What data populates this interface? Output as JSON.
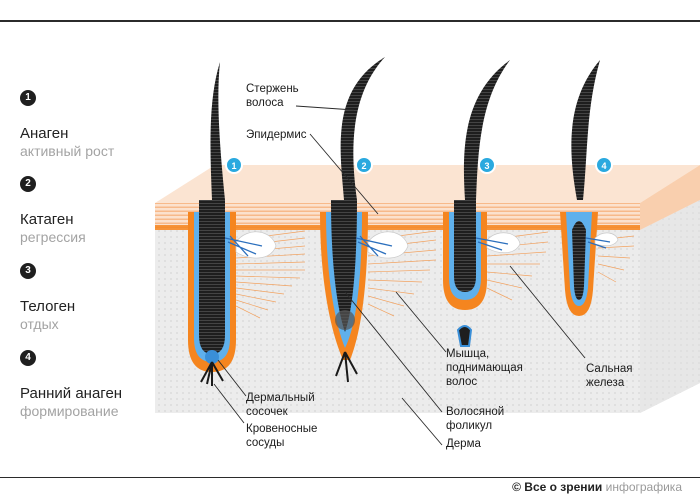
{
  "stages": [
    {
      "num": "1",
      "title": "Анаген",
      "sub": "активный рост"
    },
    {
      "num": "2",
      "title": "Катаген",
      "sub": "регрессия"
    },
    {
      "num": "3",
      "title": "Телоген",
      "sub": "отдых"
    },
    {
      "num": "4",
      "title": "Ранний анаген",
      "sub": "формирование"
    }
  ],
  "badges": [
    "1",
    "2",
    "3",
    "4"
  ],
  "labels": {
    "shaft": [
      "Стержень",
      "волоса"
    ],
    "epidermis": "Эпидермис",
    "papilla": [
      "Дермальный",
      "сосочек"
    ],
    "vessels": [
      "Кровеносные",
      "сосуды"
    ],
    "muscle": [
      "Мышца,",
      "поднимающая",
      "волос"
    ],
    "follicle": [
      "Волосяной",
      "фоликул"
    ],
    "dermis": "Дерма",
    "gland": [
      "Сальная",
      "железа"
    ]
  },
  "brand": {
    "symbol": "©",
    "name": "Все о зрении",
    "suffix": "инфографика"
  },
  "colors": {
    "hair": "#1f1f1f",
    "epidermis": "#f8dac6",
    "orange": "#f5851f",
    "blue": "#3a8fd8",
    "dermis": "#ececec",
    "badge": "#2aa9df"
  }
}
